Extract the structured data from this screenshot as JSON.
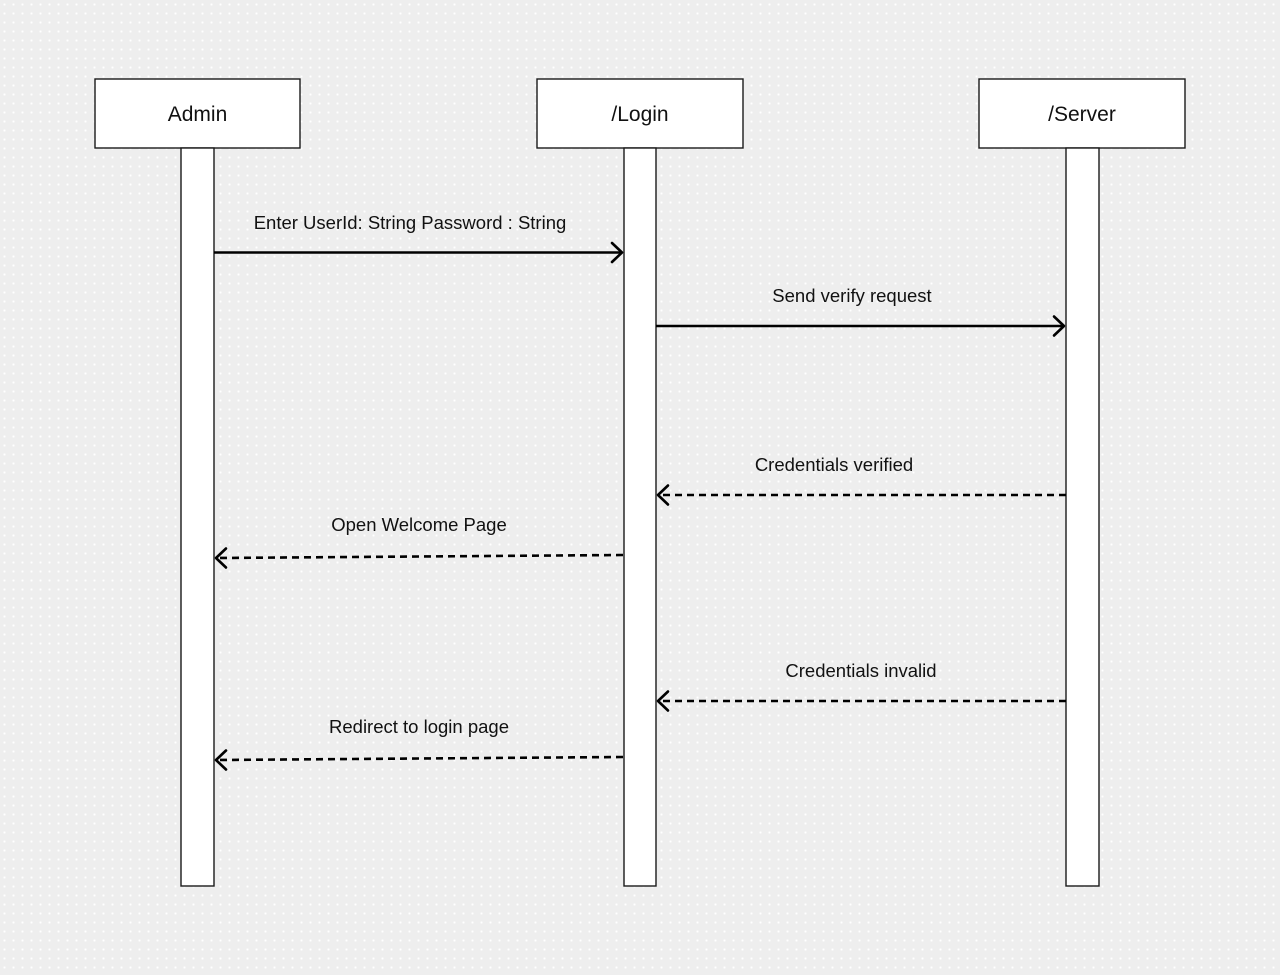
{
  "diagram": {
    "type": "sequence",
    "participants": [
      {
        "id": "admin",
        "label": "Admin"
      },
      {
        "id": "login",
        "label": "/Login"
      },
      {
        "id": "server",
        "label": "/Server"
      }
    ],
    "messages": [
      {
        "from": "admin",
        "to": "login",
        "label": "Enter UserId: String Password : String",
        "style": "solid"
      },
      {
        "from": "login",
        "to": "server",
        "label": "Send verify request",
        "style": "solid"
      },
      {
        "from": "server",
        "to": "login",
        "label": "Credentials verified",
        "style": "dashed"
      },
      {
        "from": "login",
        "to": "admin",
        "label": "Open Welcome Page",
        "style": "dashed"
      },
      {
        "from": "server",
        "to": "login",
        "label": "Credentials invalid",
        "style": "dashed"
      },
      {
        "from": "login",
        "to": "admin",
        "label": "Redirect to login page",
        "style": "dashed"
      }
    ]
  }
}
